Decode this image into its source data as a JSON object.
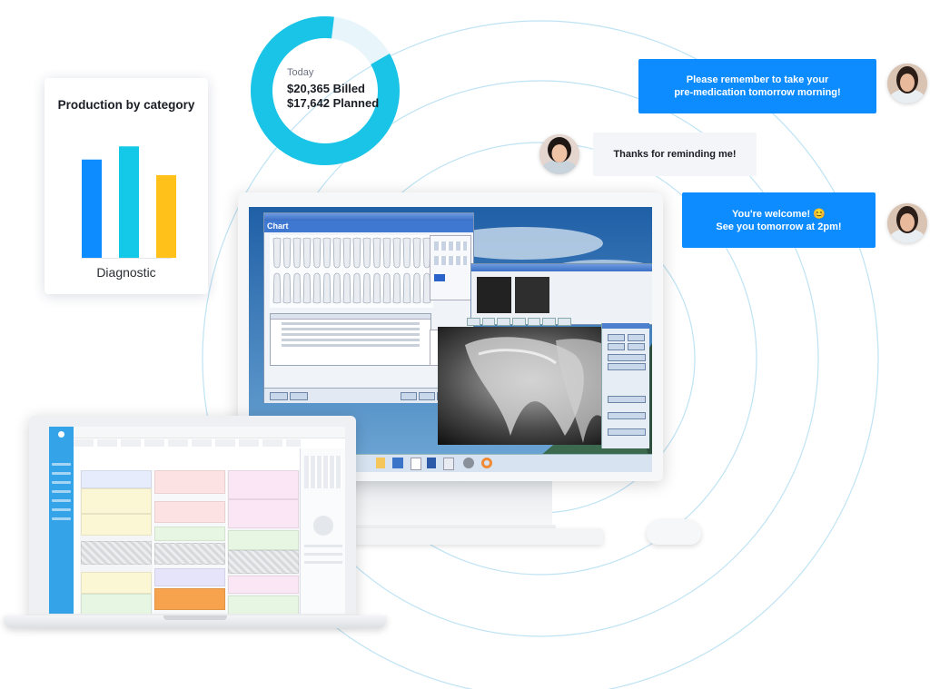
{
  "production": {
    "title": "Production by category",
    "label": "Diagnostic",
    "bars": [
      {
        "value": 0.82,
        "color": "#0d8cff"
      },
      {
        "value": 0.93,
        "color": "#14c8e8"
      },
      {
        "value": 0.69,
        "color": "#ffc11a"
      }
    ]
  },
  "billing": {
    "period": "Today",
    "billed": "$20,365 Billed",
    "planned": "$17,642 Planned",
    "billed_value": 20365,
    "planned_value": 17642,
    "ring_color": "#19c4e6",
    "ring_remainder_color": "#e8f5fb"
  },
  "chat": {
    "messages": [
      {
        "from": "office",
        "line1": "Please remember to take your",
        "line2": "pre-medication tomorrow morning!"
      },
      {
        "from": "patient",
        "line1": "Thanks for reminding me!",
        "line2": ""
      },
      {
        "from": "office",
        "line1": "You're welcome! 😊",
        "line2": "See you tomorrow at 2pm!"
      }
    ],
    "colors": {
      "office": "#0d8cff",
      "patient": "#f3f5f8"
    }
  },
  "desktop_app": {
    "chart_window_title": "Chart",
    "taskbar_icons": [
      "folder-icon",
      "camera-icon",
      "document-icon",
      "toothbrush-icon",
      "chat-icon",
      "lifebuoy-icon"
    ]
  }
}
